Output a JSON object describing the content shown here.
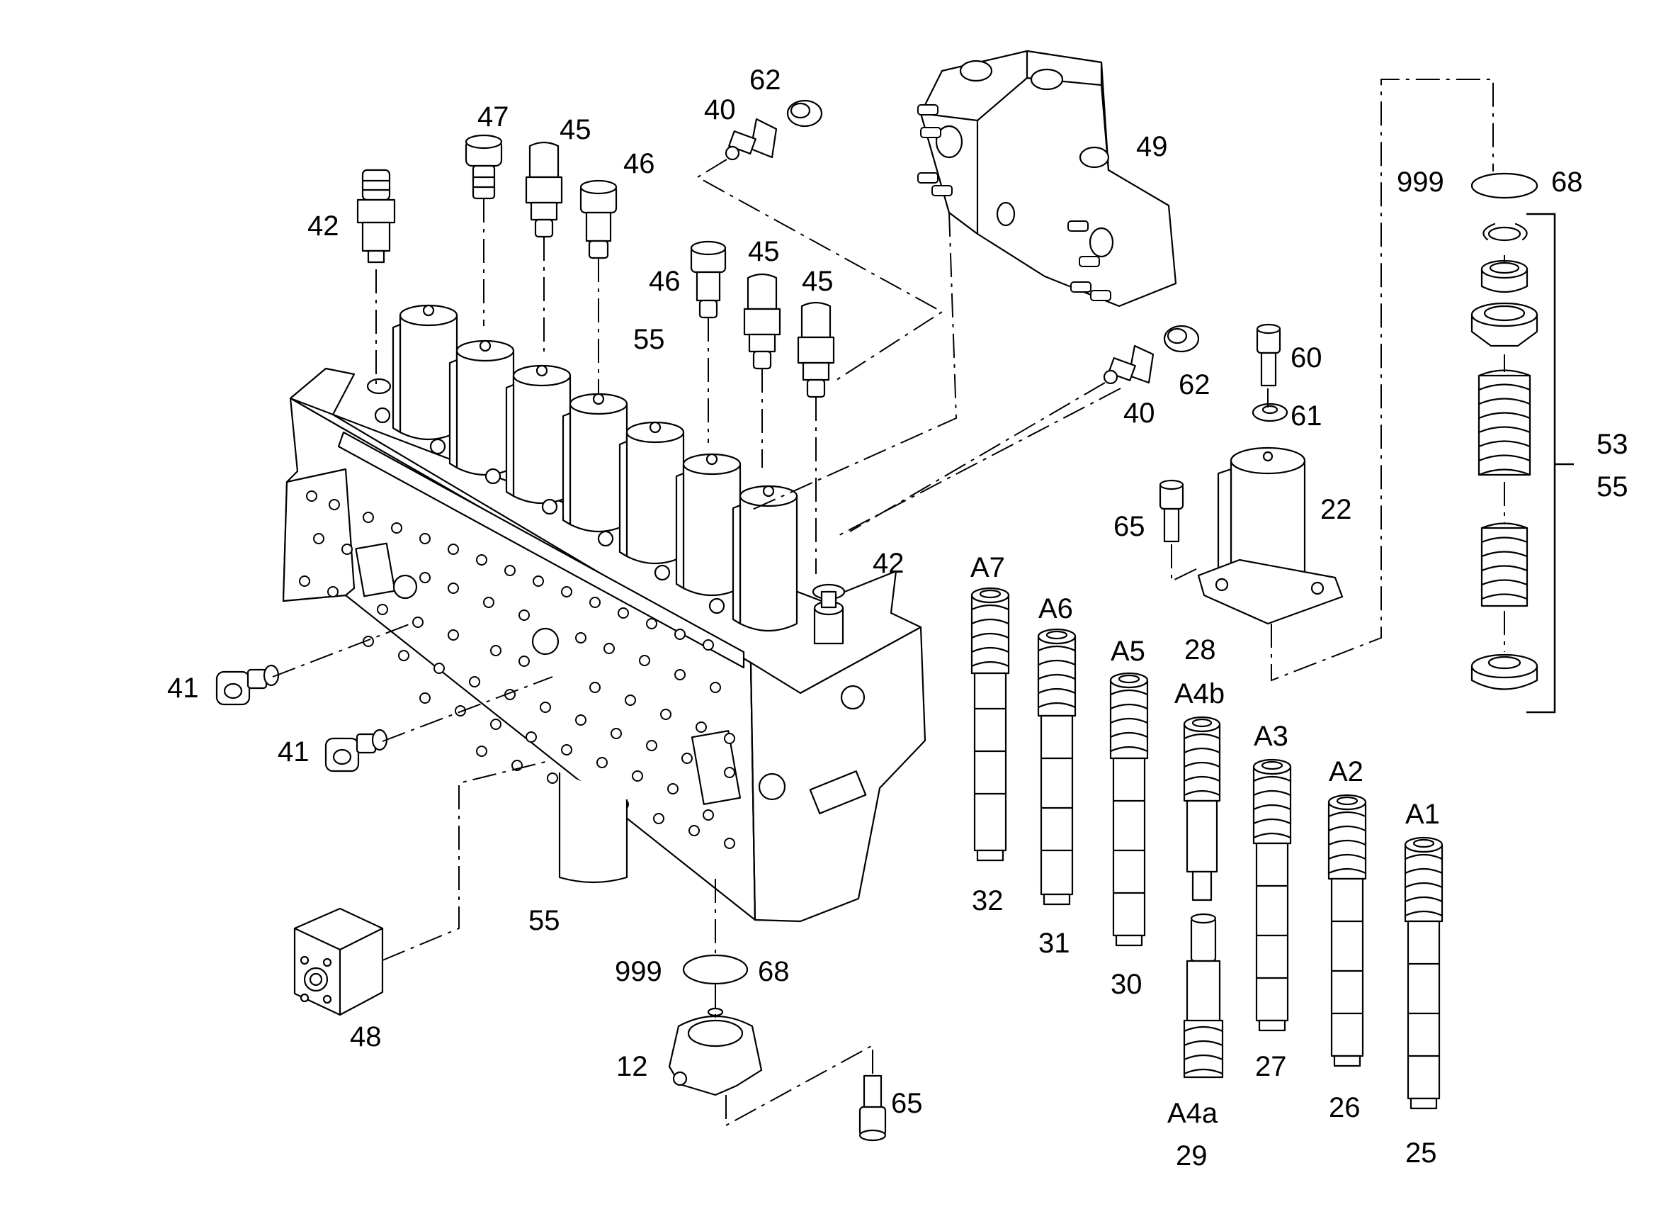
{
  "labels": {
    "l999a": "999",
    "l68a": "68",
    "l62a": "62",
    "l40a": "40",
    "l47": "47",
    "l45a": "45",
    "l46a": "46",
    "l42a": "42",
    "l49": "49",
    "l46b": "46",
    "l45b": "45",
    "l45c": "45",
    "l55a": "55",
    "l60": "60",
    "l61": "61",
    "l62b": "62",
    "l40b": "40",
    "l53": "53",
    "l55c": "55",
    "l65a": "65",
    "l22": "22",
    "l42b": "42",
    "lA7": "A7",
    "lA6": "A6",
    "lA5": "A5",
    "l28": "28",
    "lA4b": "A4b",
    "lA3": "A3",
    "lA2": "A2",
    "lA1": "A1",
    "l41a": "41",
    "l41b": "41",
    "l32": "32",
    "l31": "31",
    "l30": "30",
    "l55b": "55",
    "l999b": "999",
    "l68b": "68",
    "l48": "48",
    "l12": "12",
    "l65b": "65",
    "lA4a": "A4a",
    "l29": "29",
    "l27": "27",
    "l26": "26",
    "l25": "25"
  }
}
